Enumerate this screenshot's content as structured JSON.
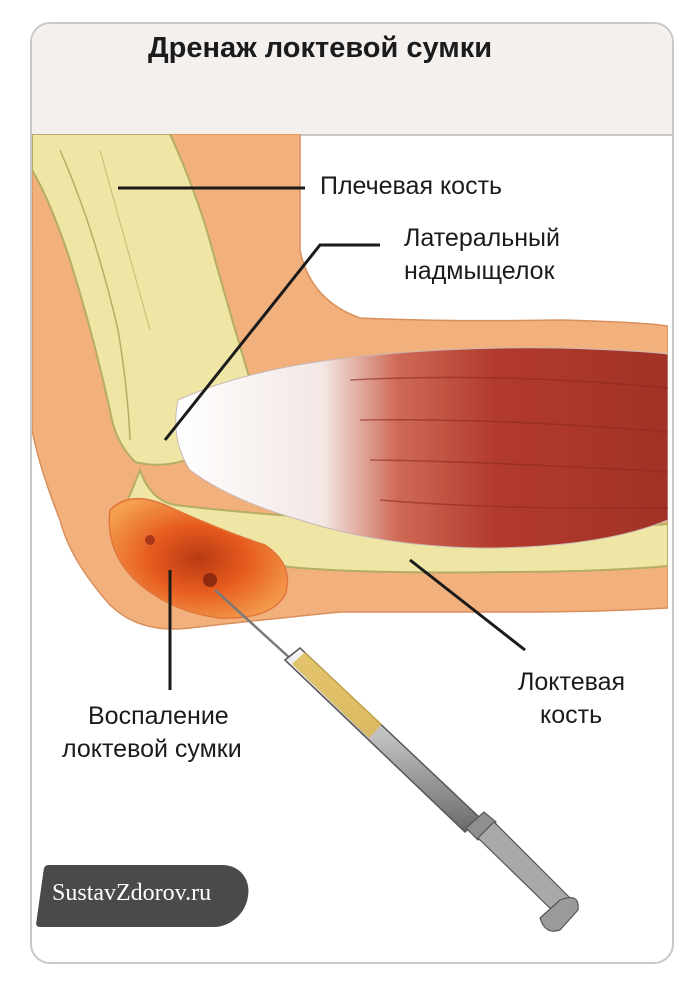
{
  "title": "Дренаж локтевой сумки",
  "labels": {
    "humerus": "Плечевая кость",
    "lateral_epicondyle_line1": "Латеральный",
    "lateral_epicondyle_line2": "надмыщелок",
    "ulna_line1": "Локтевая",
    "ulna_line2": "кость",
    "bursitis_line1": "Воспаление",
    "bursitis_line2": "локтевой сумки"
  },
  "watermark": "SustavZdorov.ru",
  "colors": {
    "skin": "#f2b07d",
    "bone": "#efe6a6",
    "muscle": "#b23a2c",
    "tendon": "#f4f1f1",
    "inflammation": "#e65a1e",
    "line": "#1b1b1b"
  }
}
